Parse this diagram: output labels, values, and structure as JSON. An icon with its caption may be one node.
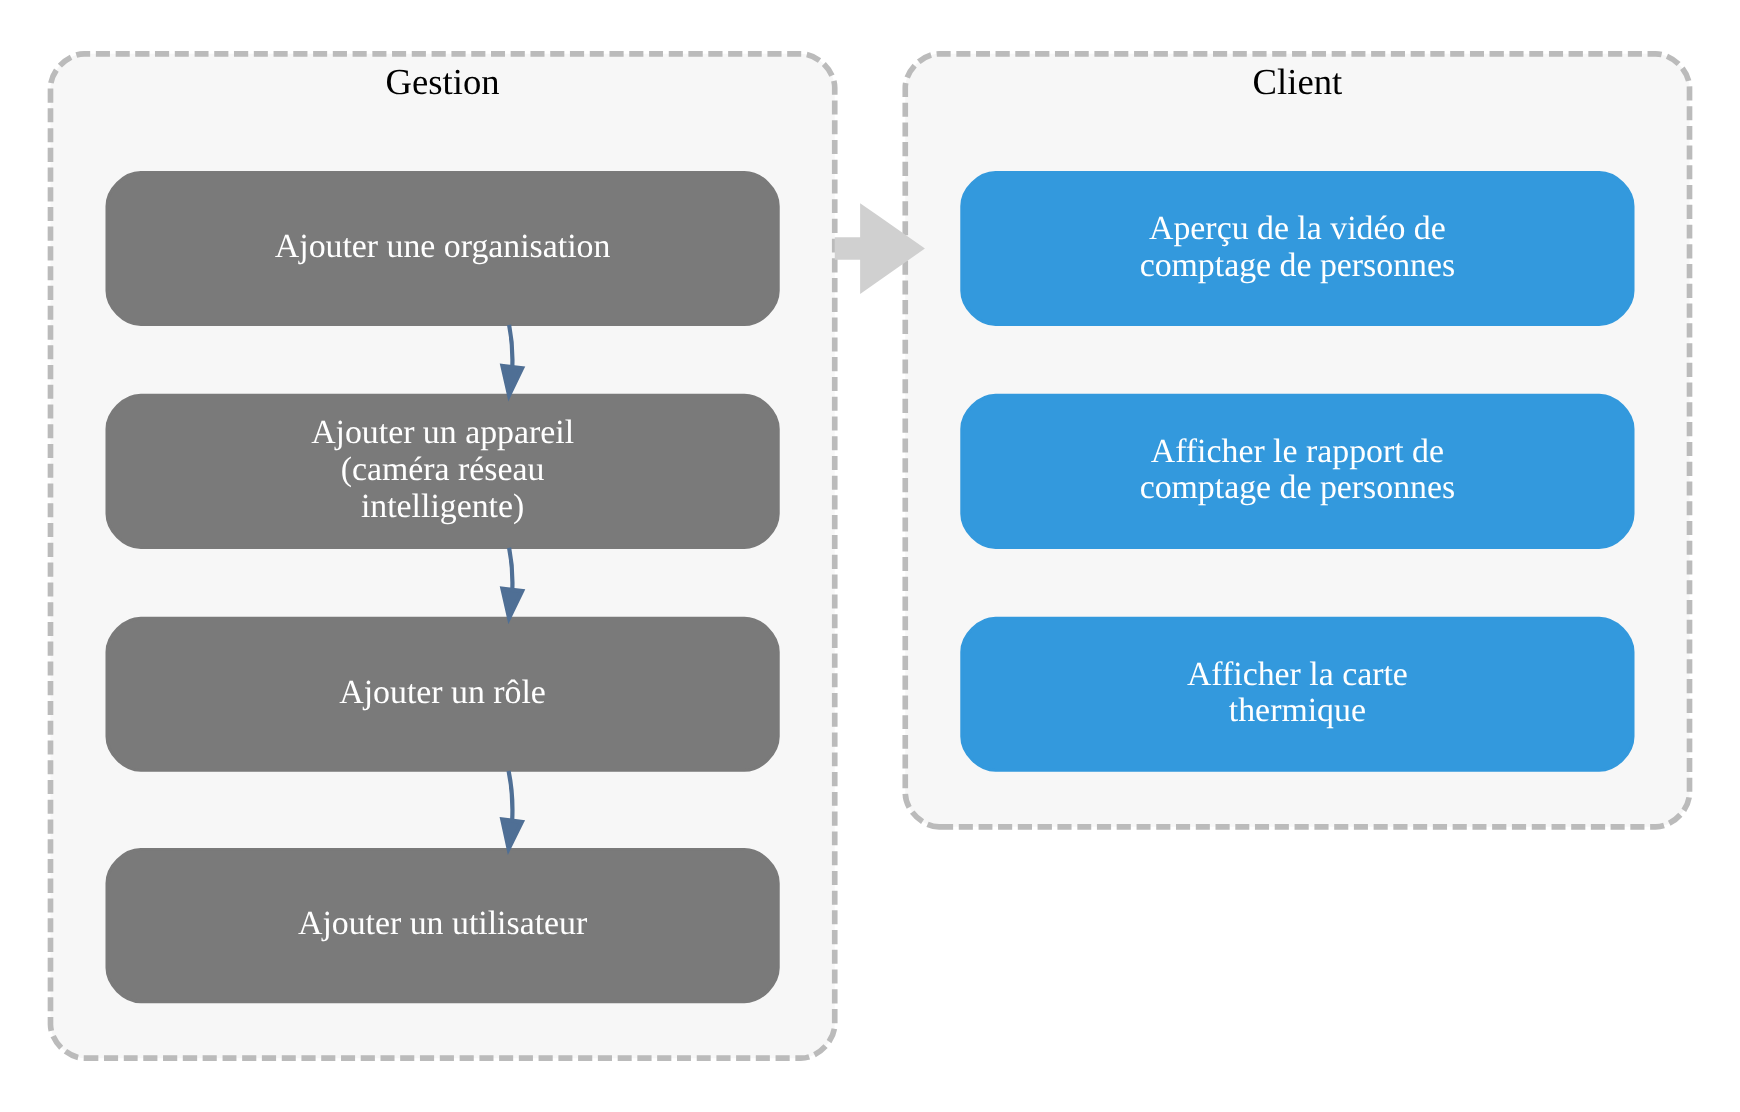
{
  "diagram": {
    "nodes": [
      {
        "text": [
          "Gestion"
        ]
      },
      {
        "text": [
          "Ajouter une organisation"
        ],
        "in": 0
      },
      {
        "text": [
          "Ajouter un appareil (caméra réseau intelligente)"
        ],
        "in": 0
      },
      {
        "text": [
          "Ajouter un rôle"
        ],
        "in": 0
      },
      {
        "text": [
          "Ajouter un utilisateur"
        ],
        "in": 0
      },
      {
        "text": [
          "Client"
        ]
      },
      {
        "text": [
          "Aperçu de la vidéo de comptage de personnes"
        ],
        "in": 5
      },
      {
        "text": [
          "Afficher le rapport de comptage de personnes"
        ],
        "in": 5
      },
      {
        "text": [
          "Afficher la carte thermique"
        ],
        "in": 5
      }
    ],
    "edges": [
      {
        "from": 1,
        "to": 2,
        "arrow": "to"
      },
      {
        "from": 2,
        "to": 3,
        "arrow": "to"
      },
      {
        "from": 3,
        "to": 4,
        "arrow": "to"
      },
      {
        "from": 0,
        "to": 5,
        "arrow": "to",
        "style": "thick",
        "color": "#d0d0d0"
      }
    ]
  }
}
